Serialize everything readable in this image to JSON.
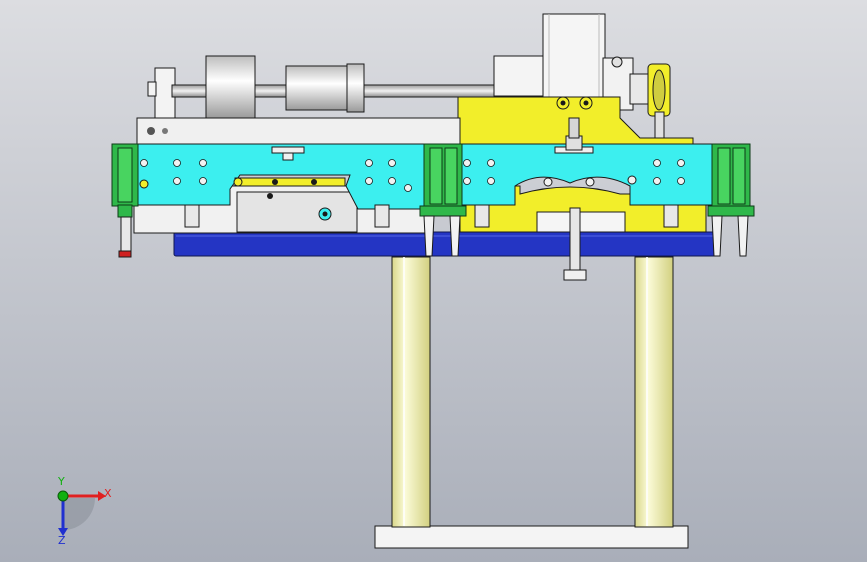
{
  "viewport": {
    "background_top": "#dcdde1",
    "background_bottom": "#a9aeb9"
  },
  "triad": {
    "x_label": "X",
    "y_label": "Y",
    "z_label": "Z",
    "x_color": "#e02020",
    "y_color": "#10b010",
    "z_color": "#2030d0"
  },
  "colors": {
    "cyan_plate": "#3cefef",
    "yellow_block": "#f2ee2a",
    "blue_plate": "#2435c4",
    "green_gripper": "#2fb84a",
    "column": "#f4f3c0",
    "grey_part": "#e6e6e6",
    "white_part": "#f5f5f5",
    "outline": "#1a1a1a"
  }
}
